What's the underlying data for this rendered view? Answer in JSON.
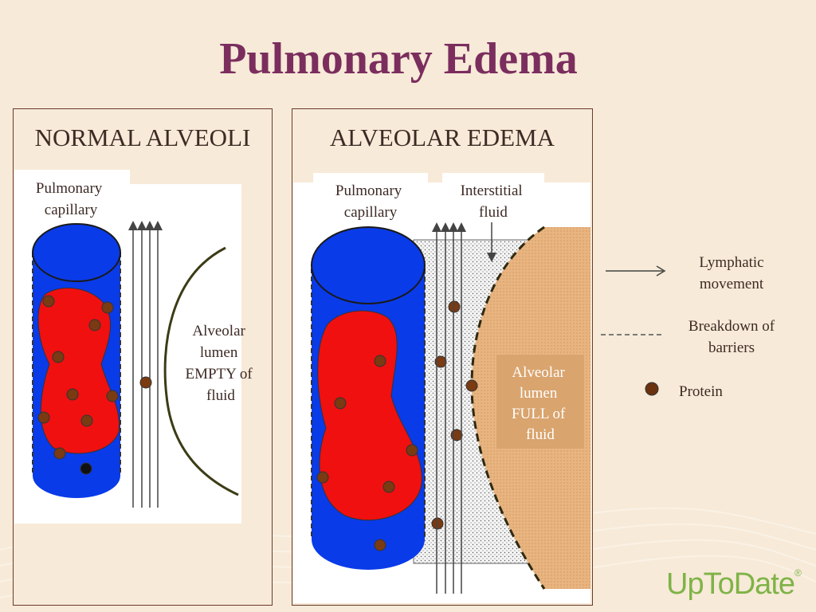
{
  "title": "Pulmonary Edema",
  "normal": {
    "heading": "NORMAL ALVEOLI",
    "capillary_label": [
      "Pulmonary",
      "capillary"
    ],
    "lumen_label": [
      "Alveolar",
      "lumen",
      "EMPTY of",
      "fluid"
    ]
  },
  "edema": {
    "heading": "ALVEOLAR EDEMA",
    "capillary_label": [
      "Pulmonary",
      "capillary"
    ],
    "interstitial_label": [
      "Interstitial",
      "fluid"
    ],
    "lumen_label": [
      "Alveolar",
      "lumen",
      "FULL of",
      "fluid"
    ]
  },
  "legend": {
    "lymphatic": [
      "Lymphatic",
      "movement"
    ],
    "breakdown": [
      "Breakdown of",
      "barriers"
    ],
    "protein": "Protein"
  },
  "colors": {
    "title": "#7b2e5e",
    "capillary_blue": "#0a3be8",
    "red_cell": "#f01010",
    "protein": "#7a3a12",
    "alveolar_fill": "#e8b480",
    "logo": "#7fb347"
  },
  "logo": {
    "text": "UpToDate",
    "mark": "®"
  }
}
